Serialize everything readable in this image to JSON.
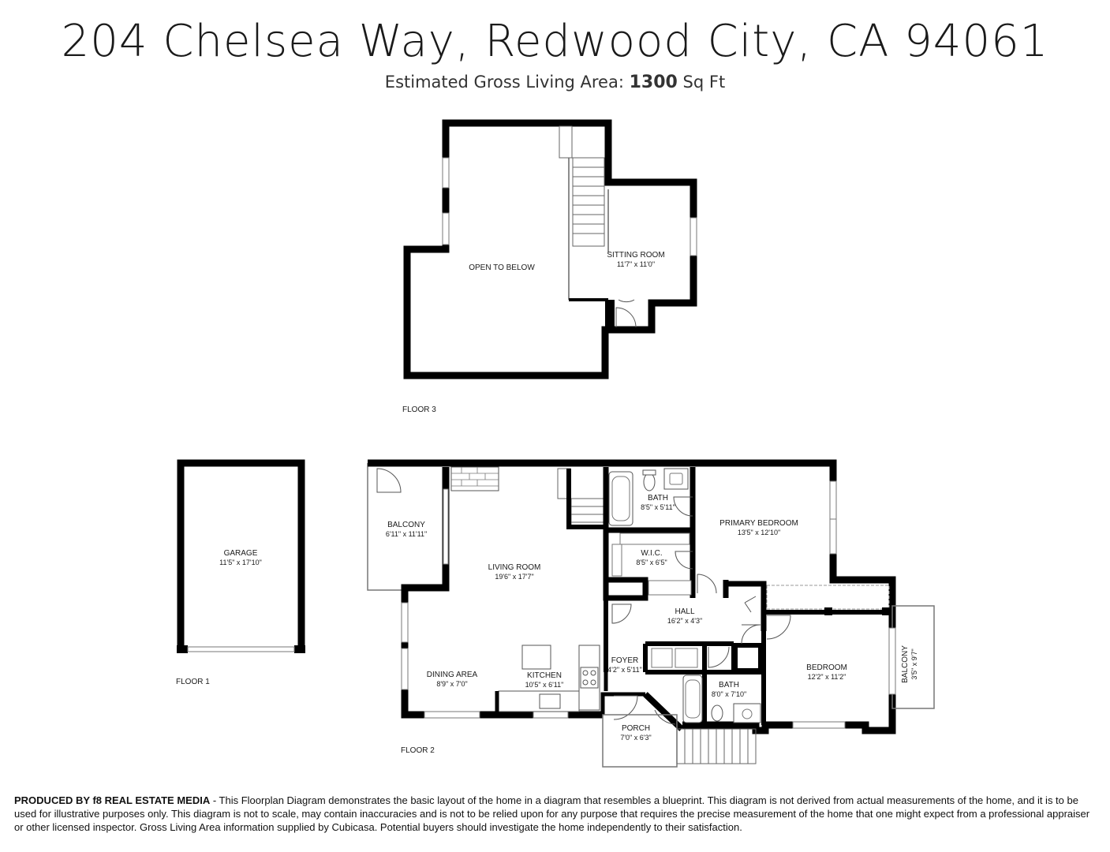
{
  "header": {
    "address": "204 Chelsea Way, Redwood City, CA  94061",
    "area_label": "Estimated Gross Living Area:",
    "area_value": "1300",
    "area_unit": "Sq Ft"
  },
  "floors": {
    "floor3": {
      "label": "FLOOR 3",
      "rooms": {
        "open_to_below": {
          "name": "OPEN TO BELOW"
        },
        "sitting_room": {
          "name": "SITTING ROOM",
          "dims": "11'7\" x 11'0\""
        }
      }
    },
    "floor1": {
      "label": "FLOOR 1",
      "rooms": {
        "garage": {
          "name": "GARAGE",
          "dims": "11'5\" x 17'10\""
        }
      }
    },
    "floor2": {
      "label": "FLOOR 2",
      "rooms": {
        "balcony_left": {
          "name": "BALCONY",
          "dims": "6'11\" x 11'11\""
        },
        "living_room": {
          "name": "LIVING ROOM",
          "dims": "19'6\" x 17'7\""
        },
        "bath_upper": {
          "name": "BATH",
          "dims": "8'5\" x 5'11\""
        },
        "primary_bedroom": {
          "name": "PRIMARY BEDROOM",
          "dims": "13'5\" x 12'10\""
        },
        "wic": {
          "name": "W.I.C.",
          "dims": "8'5\" x 6'5\""
        },
        "hall": {
          "name": "HALL",
          "dims": "16'2\" x 4'3\""
        },
        "dining_area": {
          "name": "DINING AREA",
          "dims": "8'9\" x 7'0\""
        },
        "kitchen": {
          "name": "KITCHEN",
          "dims": "10'5\" x 6'11\""
        },
        "foyer": {
          "name": "FOYER",
          "dims": "4'2\" x 5'11\""
        },
        "bath_lower": {
          "name": "BATH",
          "dims": "8'0\" x 7'10\""
        },
        "bedroom": {
          "name": "BEDROOM",
          "dims": "12'2\" x 11'2\""
        },
        "balcony_right": {
          "name": "BALCONY",
          "dims": "3'5\" x 9'7\""
        },
        "porch": {
          "name": "PORCH",
          "dims": "7'0\" x 6'3\""
        }
      }
    }
  },
  "footer": {
    "producer": "PRODUCED BY f8 REAL ESTATE MEDIA",
    "text": " - This Floorplan Diagram demonstrates the basic layout of the home in a diagram that resembles a blueprint. This diagram is not derived from actual measurements of the home, and it is to be used for illustrative purposes only. This diagram is not to scale, may contain inaccuracies and is not to be relied upon for any purpose that requires the precise measurement of the home that one might expect from a professional appraiser or other licensed inspector. Gross Living Area information supplied by Cubicasa. Potential buyers should investigate the home independently to their satisfaction."
  }
}
